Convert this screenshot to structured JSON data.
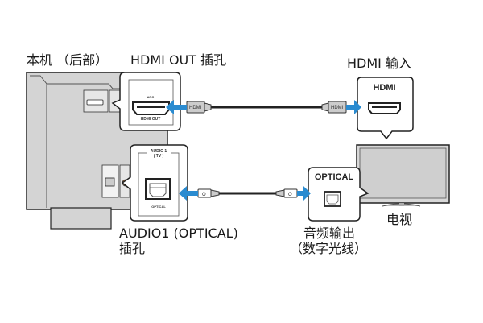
{
  "labels": {
    "unit_rear": "本机 （后部）",
    "hdmi_out_jack": "HDMI OUT 插孔",
    "hdmi_input": "HDMI 输入",
    "tv": "电视",
    "audio1_optical_line1": "AUDIO1 (OPTICAL)",
    "audio1_optical_line2": "插孔",
    "audio_output_line1": "音频输出",
    "audio_output_line2": "（数字光线）"
  },
  "callouts": {
    "hdmi_out_arc": "ARC",
    "hdmi_out_label": "HDMI OUT",
    "tv_hdmi_label": "HDMI",
    "audio1_title": "AUDIO 1",
    "audio1_sub": "( TV )",
    "optical_small": "OPTICAL",
    "tv_optical_label": "OPTICAL"
  },
  "cables": {
    "hdmi_plug_text": "HDMI",
    "optical_plug_text": "O"
  },
  "colors": {
    "arrow_blue": "#2a8bd0",
    "device_gray": "#d4d4d4",
    "tv_screen_gray": "#cfcfcf",
    "outline": "#222222"
  }
}
